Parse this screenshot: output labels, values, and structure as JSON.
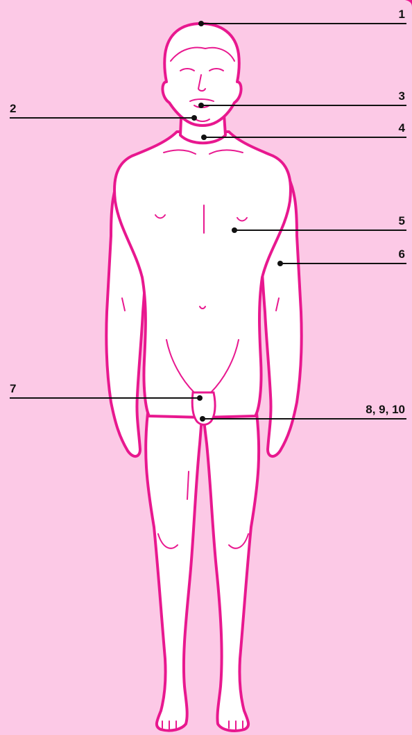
{
  "diagram": {
    "labels": [
      {
        "id": "1",
        "text": "1"
      },
      {
        "id": "2",
        "text": "2"
      },
      {
        "id": "3",
        "text": "3"
      },
      {
        "id": "4",
        "text": "4"
      },
      {
        "id": "5",
        "text": "5"
      },
      {
        "id": "6",
        "text": "6"
      },
      {
        "id": "7",
        "text": "7"
      },
      {
        "id": "8-9-10",
        "text": "8, 9, 10"
      }
    ]
  },
  "colors": {
    "background": "#fcc9e6",
    "outline": "#e8188f",
    "figure_fill": "#ffffff",
    "leader_line": "#111111"
  }
}
